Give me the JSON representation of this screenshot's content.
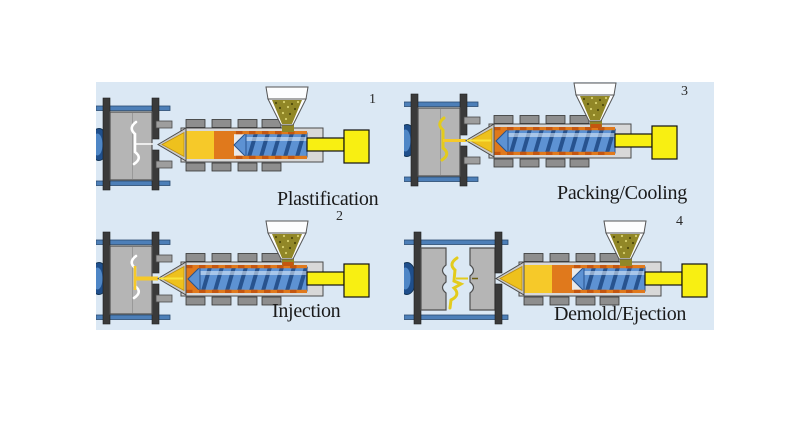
{
  "diagram": {
    "subject": "injection-molding-process-cycle",
    "stage_count": "4"
  },
  "stages": [
    {
      "number": "1",
      "label": "Plastification",
      "mold": "closed",
      "screw": "retracted",
      "cavity": "empty"
    },
    {
      "number": "2",
      "label": "Injection",
      "mold": "closed",
      "screw": "forward",
      "cavity": "filling"
    },
    {
      "number": "3",
      "label": "Packing/Cooling",
      "mold": "closed",
      "screw": "forward",
      "cavity": "filled"
    },
    {
      "number": "4",
      "label": "Demold/Ejection",
      "mold": "open",
      "screw": "retracted",
      "cavity": "ejected"
    }
  ],
  "colors": {
    "page_background": "#ffffff",
    "panel_blue": "#dbe8f4",
    "tie_bar": "#4d7fb8",
    "tie_bar_edge": "#2a4a70",
    "clamp_outer": "#1f4f8c",
    "clamp_inner": "#4e86c6",
    "platen": "#3a3a3a",
    "mold_gray": "#b5b5b5",
    "mold_edge": "#4f4f4f",
    "barrel_gray": "#d8d8d8",
    "nozzle_gray": "#c9c9c9",
    "heater_gray": "#8e8e8e",
    "screw_blue": "#5d92d3",
    "screw_dark": "#27538f",
    "melt_yellow": "#f6c929",
    "melt_orange": "#e0791c",
    "melt_dash": "#c4560f",
    "nozzle_gold": "#eec11d",
    "granule_olive": "#918727",
    "granule_light": "#d8d06e",
    "granule_dark": "#4f4a0c",
    "hydraulic_yellow": "#f8ef12",
    "part_yellow": "#e3cb1d",
    "text": "#1a1a1a"
  }
}
